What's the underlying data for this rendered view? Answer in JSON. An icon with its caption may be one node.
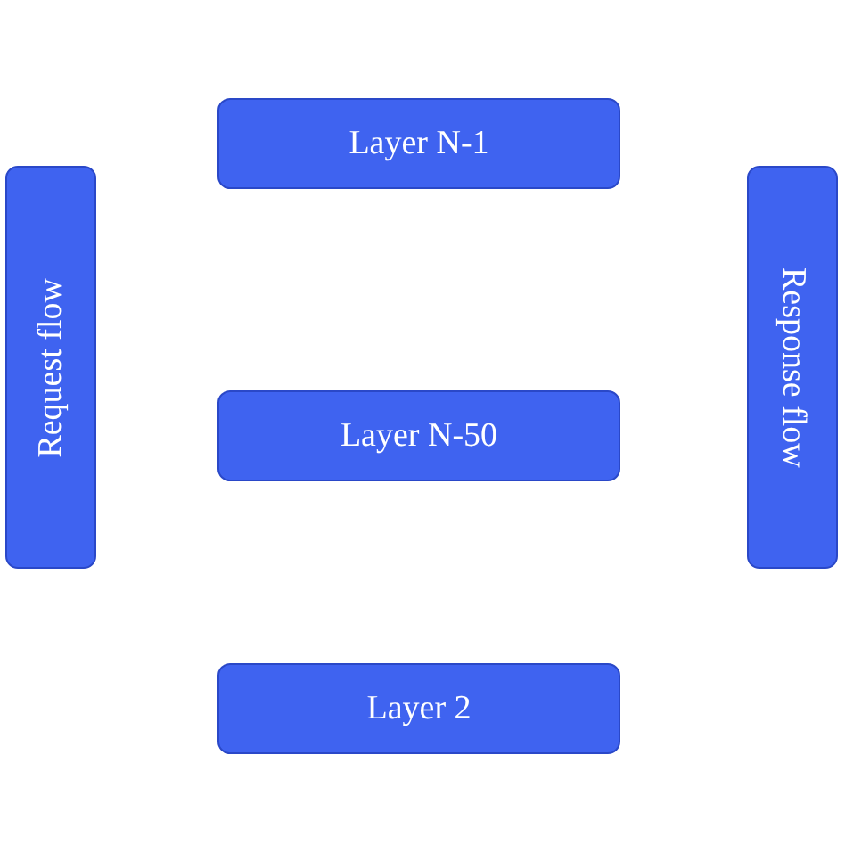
{
  "diagram": {
    "nodes": [
      {
        "text": [
          "Layer N-1"
        ]
      },
      {
        "text": [
          "Request flow"
        ]
      },
      {
        "text": [
          "Response flow"
        ]
      },
      {
        "text": [
          "Layer N-50"
        ]
      },
      {
        "text": [
          "Layer 2"
        ]
      }
    ]
  }
}
